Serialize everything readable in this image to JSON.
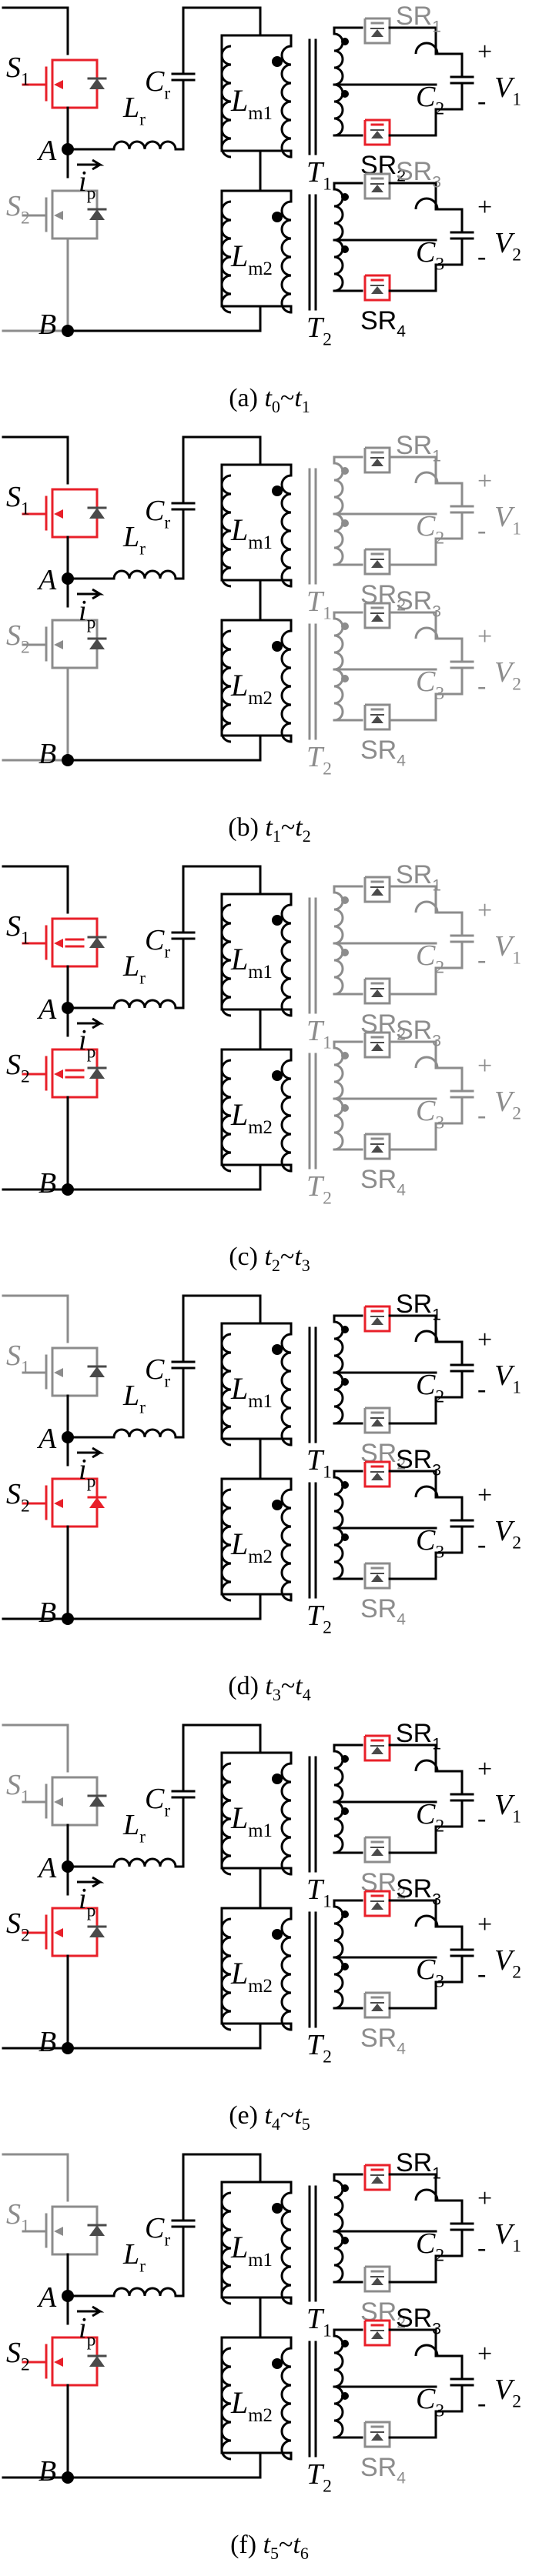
{
  "colors": {
    "active": "#000000",
    "inactive": "#8c8c8c",
    "highlight": "#e8202a",
    "diode": "#4a4a4a"
  },
  "labels": {
    "s1": "S",
    "s1_sub": "1",
    "s2": "S",
    "s2_sub": "2",
    "node_a": "A",
    "node_b": "B",
    "cr": "C",
    "cr_sub": "r",
    "lr": "L",
    "lr_sub": "r",
    "ip": "i",
    "ip_sub": "p",
    "lm1": "L",
    "lm1_sub": "m1",
    "lm2": "L",
    "lm2_sub": "m2",
    "t1": "T",
    "t1_sub": "1",
    "t2": "T",
    "t2_sub": "2",
    "sr1": "SR",
    "sr1_sub": "1",
    "sr2": "SR",
    "sr2_sub": "2",
    "sr3": "SR",
    "sr3_sub": "3",
    "sr4": "SR",
    "sr4_sub": "4",
    "c2": "C",
    "c2_sub": "2",
    "c3": "C",
    "c3_sub": "3",
    "v1": "V",
    "v1_sub": "1",
    "v2": "V",
    "v2_sub": "2",
    "plus": "+",
    "minus": "-"
  },
  "panels": [
    {
      "caption": {
        "prefix": "(a) ",
        "t_start": "t",
        "t_start_sub": "0",
        "tilde": "~",
        "t_end": "t",
        "t_end_sub": "1"
      },
      "s1": "on",
      "s2": "off",
      "d1": false,
      "d2": false,
      "sr1": "off",
      "sr2": "on",
      "sr3": "off",
      "sr4": "on",
      "tr1": "active",
      "tr2": "active",
      "sr_label_colors": {
        "sr1": "inactive",
        "sr2": "active",
        "sr3": "inactive",
        "sr4": "active"
      }
    },
    {
      "caption": {
        "prefix": "(b) ",
        "t_start": "t",
        "t_start_sub": "1",
        "tilde": "~",
        "t_end": "t",
        "t_end_sub": "2"
      },
      "s1": "on",
      "s2": "off",
      "d1": false,
      "d2": false,
      "sr1": "off",
      "sr2": "off",
      "sr3": "off",
      "sr4": "off",
      "tr1": "inactive",
      "tr2": "inactive",
      "sr_label_colors": {
        "sr1": "inactive",
        "sr2": "inactive",
        "sr3": "inactive",
        "sr4": "inactive"
      }
    },
    {
      "caption": {
        "prefix": "(c) ",
        "t_start": "t",
        "t_start_sub": "2",
        "tilde": "~",
        "t_end": "t",
        "t_end_sub": "3"
      },
      "s1": "cap",
      "s2": "cap",
      "d1": false,
      "d2": false,
      "sr1": "off",
      "sr2": "off",
      "sr3": "off",
      "sr4": "off",
      "tr1": "inactive",
      "tr2": "inactive",
      "sr_label_colors": {
        "sr1": "inactive",
        "sr2": "inactive",
        "sr3": "inactive",
        "sr4": "inactive"
      }
    },
    {
      "caption": {
        "prefix": "(d) ",
        "t_start": "t",
        "t_start_sub": "3",
        "tilde": "~",
        "t_end": "t",
        "t_end_sub": "4"
      },
      "s1": "off",
      "s2": "diode",
      "d1": false,
      "d2": true,
      "sr1": "on",
      "sr2": "off",
      "sr3": "on",
      "sr4": "off",
      "tr1": "active",
      "tr2": "active",
      "sr_label_colors": {
        "sr1": "active",
        "sr2": "inactive",
        "sr3": "active",
        "sr4": "inactive"
      }
    },
    {
      "caption": {
        "prefix": "(e) ",
        "t_start": "t",
        "t_start_sub": "4",
        "tilde": "~",
        "t_end": "t",
        "t_end_sub": "5"
      },
      "s1": "off",
      "s2": "on",
      "d1": false,
      "d2": false,
      "sr1": "on",
      "sr2": "off",
      "sr3": "on",
      "sr4": "off",
      "tr1": "active",
      "tr2": "active",
      "sr_label_colors": {
        "sr1": "active",
        "sr2": "inactive",
        "sr3": "active",
        "sr4": "inactive"
      }
    },
    {
      "caption": {
        "prefix": "(f) ",
        "t_start": "t",
        "t_start_sub": "5",
        "tilde": "~",
        "t_end": "t",
        "t_end_sub": "6"
      },
      "s1": "off",
      "s2": "on",
      "d1": false,
      "d2": false,
      "sr1": "on",
      "sr2": "off",
      "sr3": "on",
      "sr4": "off",
      "tr1": "active",
      "tr2": "active",
      "sr_label_colors": {
        "sr1": "active",
        "sr2": "inactive",
        "sr3": "active",
        "sr4": "inactive"
      }
    }
  ]
}
